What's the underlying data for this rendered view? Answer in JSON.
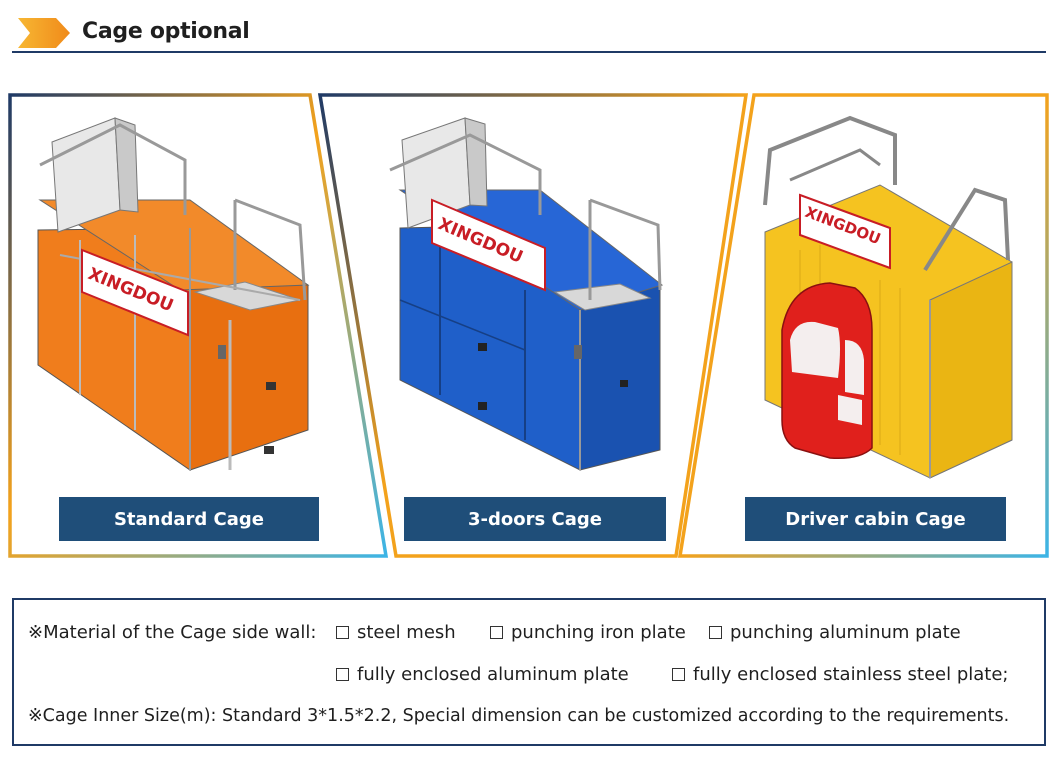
{
  "header": {
    "title": "Cage optional"
  },
  "cages": [
    {
      "caption": "Standard Cage",
      "brand": "XINGDOU",
      "color": "#f07d1c"
    },
    {
      "caption": "3-doors Cage",
      "brand": "XINGDOU",
      "color": "#1f5fc9"
    },
    {
      "caption": "Driver cabin Cage",
      "brand": "XINGDOU",
      "color": "#f5c320"
    }
  ],
  "info": {
    "material_label": "※Material of the Cage side wall:",
    "options": [
      "steel mesh",
      "punching iron plate",
      "punching aluminum plate",
      "fully enclosed aluminum plate",
      "fully enclosed stainless steel plate;"
    ],
    "size_text": "※Cage Inner Size(m): Standard 3*1.5*2.2, Special dimension can be customized according to the requirements."
  },
  "colors": {
    "navy": "#1f4e79",
    "frame_blue": "#1f3a66",
    "accent_orange": "#f39c12"
  }
}
